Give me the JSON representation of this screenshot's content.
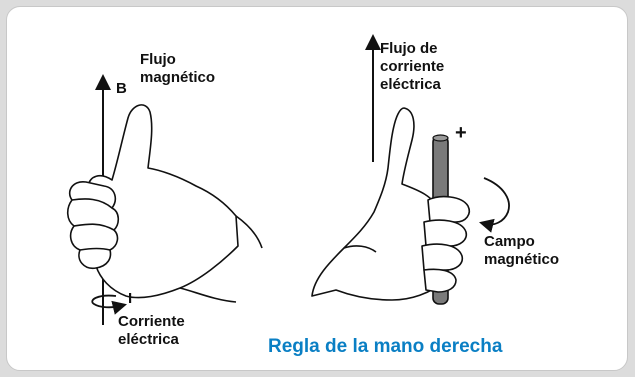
{
  "title": "Regla de la mano derecha",
  "left_hand": {
    "flux_label_line1": "Flujo",
    "flux_label_line2": "magnético",
    "b_label": "B",
    "i_label": "I",
    "current_label_line1": "Corriente",
    "current_label_line2": "eléctrica"
  },
  "right_hand": {
    "current_flow_line1": "Flujo de",
    "current_flow_line2": "corriente",
    "current_flow_line3": "eléctrica",
    "plus_label": "+",
    "field_label_line1": "Campo",
    "field_label_line2": "magnético"
  },
  "colors": {
    "title": "#0a7fc4",
    "outline": "#111111",
    "rod": "#7a7a7a"
  }
}
